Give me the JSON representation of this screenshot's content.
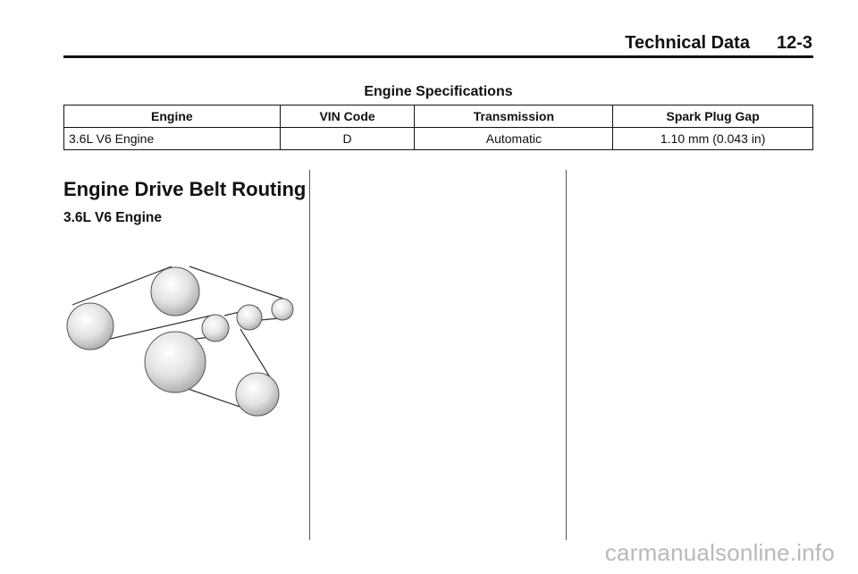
{
  "header": {
    "section": "Technical Data",
    "page_number": "12-3"
  },
  "specs_table": {
    "title": "Engine Specifications",
    "columns": [
      "Engine",
      "VIN Code",
      "Transmission",
      "Spark Plug Gap"
    ],
    "rows": [
      [
        "3.6L V6 Engine",
        "D",
        "Automatic",
        "1.10 mm (0.043 in)"
      ]
    ]
  },
  "belt_section": {
    "title": "Engine Drive Belt Routing",
    "subtitle": "3.6L V6 Engine"
  },
  "watermark": "carmanualsonline.info"
}
